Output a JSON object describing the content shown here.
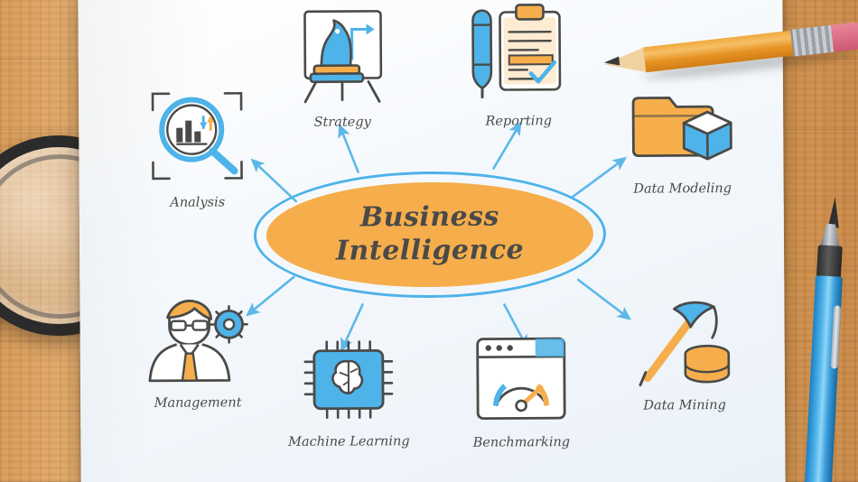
{
  "scene": {
    "title": "Business Intelligence infographic on paper over wooden desk",
    "background_objects": [
      {
        "name": "wooden-desk",
        "color": "#d89a56"
      },
      {
        "name": "paper-sheet",
        "color": "#f4f8fc"
      },
      {
        "name": "magnifying-glass",
        "color": "#2b2b2b"
      },
      {
        "name": "pencil",
        "color": "#f0a93a"
      },
      {
        "name": "blue-pen",
        "color": "#4fb4ea"
      }
    ]
  },
  "diagram": {
    "center": {
      "line1": "Business",
      "line2": "Intelligence",
      "fill_color": "#f6ae4c",
      "outline_color": "#4eb3e8",
      "text_color": "#4a4a48"
    },
    "arrow_color": "#5cb8e8",
    "nodes": [
      {
        "id": "strategy",
        "label": "Strategy",
        "icon": "chess-knight-on-easel-icon"
      },
      {
        "id": "reporting",
        "label": "Reporting",
        "icon": "clipboard-and-pen-icon"
      },
      {
        "id": "data-modeling",
        "label": "Data Modeling",
        "icon": "folder-and-cube-icon"
      },
      {
        "id": "data-mining",
        "label": "Data Mining",
        "icon": "pickaxe-and-database-icon"
      },
      {
        "id": "benchmarking",
        "label": "Benchmarking",
        "icon": "browser-gauge-icon"
      },
      {
        "id": "machine-learning",
        "label": "Machine Learning",
        "icon": "cpu-brain-chip-icon"
      },
      {
        "id": "management",
        "label": "Management",
        "icon": "businessman-and-gear-icon"
      },
      {
        "id": "analysis",
        "label": "Analysis",
        "icon": "magnifier-bar-chart-icon"
      }
    ]
  }
}
